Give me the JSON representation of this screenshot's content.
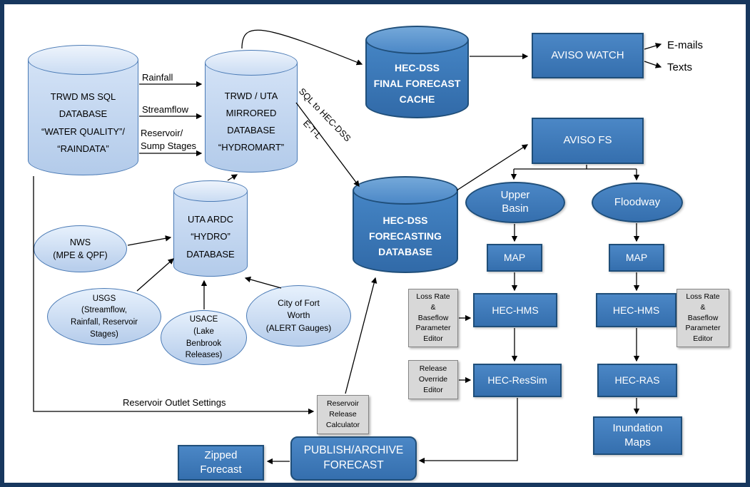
{
  "diagram": {
    "nodes": {
      "trwd_db": "TRWD MS SQL\nDATABASE\n“WATER QUALITY”/\n“RAINDATA”",
      "mirrored_db": "TRWD / UTA\nMIRRORED\nDATABASE\n“HYDROMART”",
      "final_cache": "HEC-DSS\nFINAL FORECAST\nCACHE",
      "forecasting_db": "HEC-DSS\nFORECASTING\nDATABASE",
      "uta_ardc_db": "UTA ARDC\n“HYDRO”\nDATABASE",
      "aviso_watch": "AVISO WATCH",
      "aviso_fs": "AVISO FS",
      "nws": "NWS\n(MPE & QPF)",
      "usgs": "USGS\n(Streamflow,\nRainfall, Reservoir\nStages)",
      "usace": "USACE\n(Lake\nBenbrook\nReleases)",
      "fort_worth": "City of Fort\nWorth\n(ALERT Gauges)",
      "upper_basin": "Upper\nBasin",
      "floodway": "Floodway",
      "map_left": "MAP",
      "map_right": "MAP",
      "hec_hms_left": "HEC-HMS",
      "hec_hms_right": "HEC-HMS",
      "hec_ressim": "HEC-ResSim",
      "hec_ras": "HEC-RAS",
      "inundation_maps": "Inundation\nMaps",
      "loss_rate_editor_left": "Loss Rate\n&\nBaseflow\nParameter\nEditor",
      "loss_rate_editor_right": "Loss Rate\n&\nBaseflow\nParameter\nEditor",
      "release_override_editor": "Release\nOverride\nEditor",
      "reservoir_release_calculator": "Reservoir\nRelease\nCalculator",
      "publish_archive": "PUBLISH/ARCHIVE\nFORECAST",
      "zipped_forecast": "Zipped\nForecast"
    },
    "edge_labels": {
      "rainfall": "Rainfall",
      "streamflow": "Streamflow",
      "reservoir_sump": "Reservoir/\nSump Stages",
      "sql_to_hecdss": "SQL to HEC-DSS",
      "etl": "E-T-L",
      "reservoir_outlet": "Reservoir Outlet Settings",
      "emails": "E-mails",
      "texts": "Texts"
    },
    "colors": {
      "frame": "#17375E",
      "node_blue": "#3B7ABC",
      "node_blue_border": "#1F4E79",
      "node_light_blue": "#C9DBF2",
      "node_light_border": "#4A7AB5",
      "gray_box": "#D8D8D8",
      "text_on_blue": "#FFFFFF",
      "text_on_light": "#000000"
    }
  }
}
